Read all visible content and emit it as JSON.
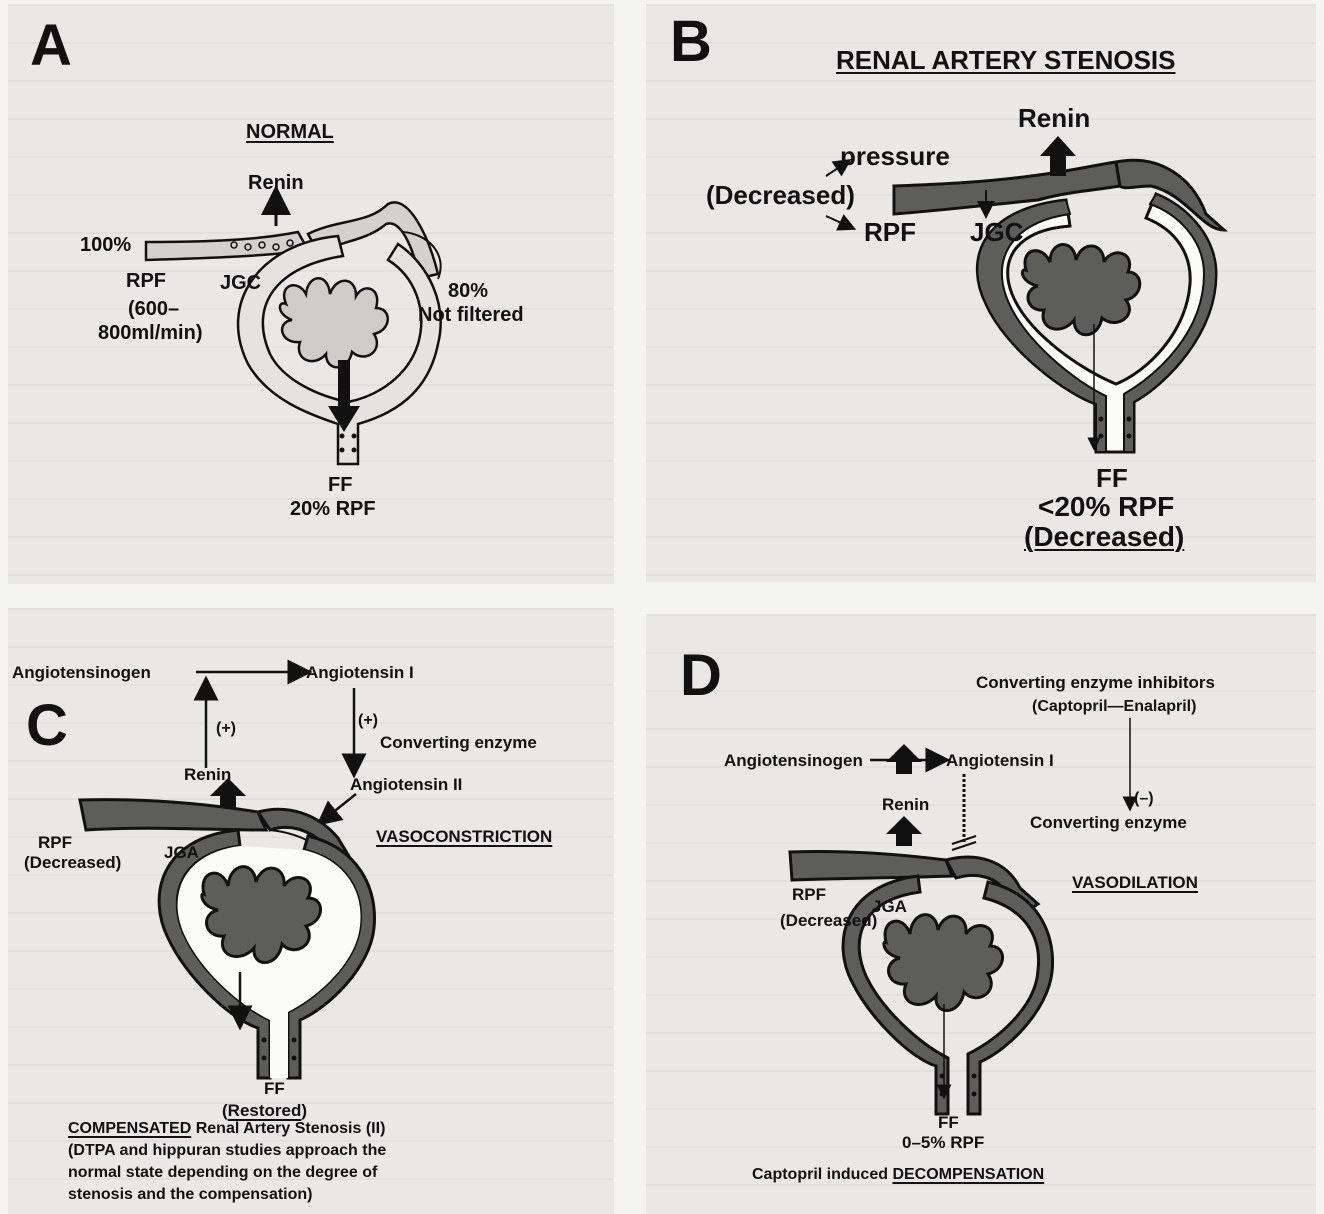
{
  "panels": {
    "a": {
      "letter": "A",
      "title": "NORMAL",
      "renin": "Renin",
      "rpf_percent": "100%",
      "rpf": "RPF",
      "rpf_range_1": "(600–",
      "rpf_range_2": "800ml/min)",
      "jgc": "JGC",
      "not_filtered_pct": "80%",
      "not_filtered": "Not filtered",
      "ff": "FF",
      "ff_value": "20% RPF"
    },
    "b": {
      "letter": "B",
      "title": "RENAL ARTERY STENOSIS",
      "renin": "Renin",
      "pressure": "pressure",
      "decreased": "(Decreased)",
      "rpf": "RPF",
      "jgc": "JGC",
      "ff": "FF",
      "ff_value": "<20% RPF",
      "ff_status": "(Decreased)"
    },
    "c": {
      "letter": "C",
      "angiotensinogen": "Angiotensinogen",
      "angiotensin_1": "Angiotensin I",
      "plus_left": "(+)",
      "plus_right": "(+)",
      "converting_enzyme": "Converting enzyme",
      "renin": "Renin",
      "angiotensin_2": "Angiotensin II",
      "vasoconstriction": "VASOCONSTRICTION",
      "rpf": "RPF",
      "decreased": "(Decreased)",
      "jga": "JGA",
      "ff": "FF",
      "restored_open": "(",
      "restored": "Restored",
      "restored_close": ")",
      "caption_bold": "COMPENSATED",
      "caption_rest": " Renal Artery Stenosis (II)",
      "caption_line2": "(DTPA and hippuran studies approach the",
      "caption_line3": "normal state depending on the degree of",
      "caption_line4": "stenosis and the compensation)"
    },
    "d": {
      "letter": "D",
      "inhibitors": "Converting enzyme inhibitors",
      "drugs": "(Captopril—Enalapril)",
      "angiotensinogen": "Angiotensinogen",
      "angiotensin_1": "Angiotensin I",
      "renin": "Renin",
      "minus": "(–)",
      "converting_enzyme": "Converting enzyme",
      "vasodilation": "VASODILATION",
      "rpf": "RPF",
      "decreased": "(Decreased)",
      "jga": "JGA",
      "ff": "FF",
      "ff_value": "0–5% RPF",
      "caption_prefix": "Captopril induced ",
      "caption_bold": "DECOMPENSATION"
    }
  }
}
